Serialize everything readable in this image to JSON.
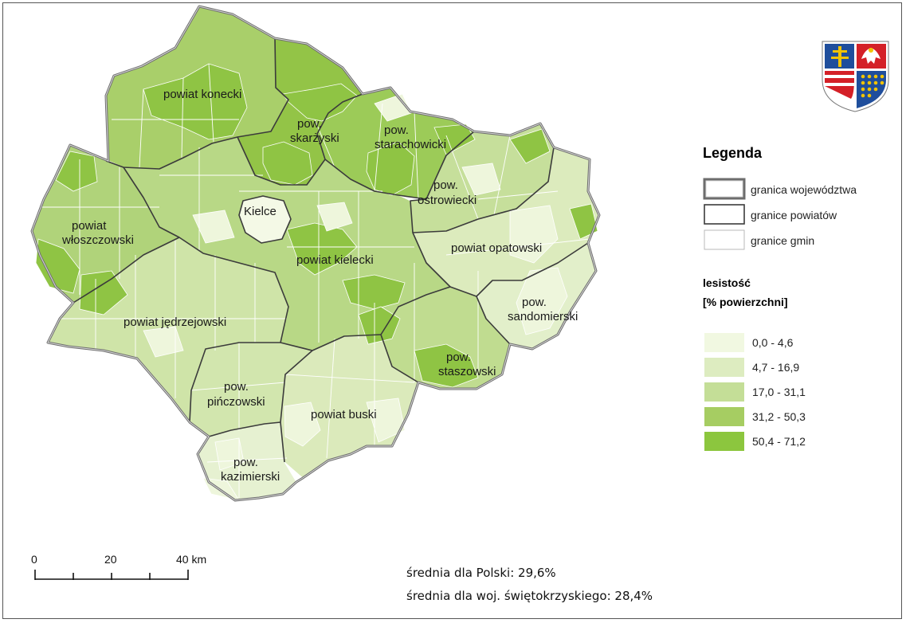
{
  "map": {
    "districts": [
      {
        "key": "konecki",
        "label": "powiat konecki",
        "color": "#a9cf6a"
      },
      {
        "key": "skarzyski",
        "label_lines": [
          "pow.",
          "skarżyski"
        ],
        "color": "#93c447"
      },
      {
        "key": "starachowicki",
        "label_lines": [
          "pow.",
          "starachowicki"
        ],
        "color": "#9ccb58"
      },
      {
        "key": "wloszczowski",
        "label_lines": [
          "powiat",
          "włoszczowski"
        ],
        "color": "#b0d37a"
      },
      {
        "key": "kielce",
        "label": "Kielce",
        "color": "#f4f9e6"
      },
      {
        "key": "kielecki",
        "label": "powiat kielecki",
        "color": "#b8d886"
      },
      {
        "key": "ostrowiecki",
        "label_lines": [
          "pow.",
          "ostrowiecki"
        ],
        "color": "#c6df9b"
      },
      {
        "key": "opatowski",
        "label": "powiat opatowski",
        "color": "#dcebbd"
      },
      {
        "key": "sandomierski",
        "label_lines": [
          "pow.",
          "sandomierski"
        ],
        "color": "#e2efca"
      },
      {
        "key": "jedrzejowski",
        "label": "powiat jędrzejowski",
        "color": "#cfe4a8"
      },
      {
        "key": "staszowski",
        "label_lines": [
          "pow.",
          "staszowski"
        ],
        "color": "#c0dc90"
      },
      {
        "key": "pinczowski",
        "label_lines": [
          "pow.",
          "pińczowski"
        ],
        "color": "#d2e6ae"
      },
      {
        "key": "buski",
        "label": "powiat buski",
        "color": "#dbeabb"
      },
      {
        "key": "kazimierski",
        "label_lines": [
          "pow.",
          "kazimierski"
        ],
        "color": "#e6f1d1"
      }
    ]
  },
  "legend": {
    "title": "Legenda",
    "boundaries": [
      {
        "label": "granica województwa"
      },
      {
        "label": "granice powiatów"
      },
      {
        "label": "granice gmin"
      }
    ],
    "classes_title_line1": "lesistość",
    "classes_title_line2": "[% powierzchni]",
    "classes": [
      {
        "label": "0,0 - 4,6",
        "color": "#f1f8e1"
      },
      {
        "label": "4,7 - 16,9",
        "color": "#ddecc0"
      },
      {
        "label": "17,0 - 31,1",
        "color": "#c4de97"
      },
      {
        "label": "31,2 - 50,3",
        "color": "#a6cd62"
      },
      {
        "label": "50,4 - 71,2",
        "color": "#8cc63e"
      }
    ]
  },
  "scale": {
    "ticks": [
      "0",
      "20",
      "40 km"
    ]
  },
  "stats": {
    "poland": "średnia dla Polski: 29,6%",
    "voivodeship": "średnia dla woj. świętokrzyskiego: 28,4%"
  },
  "emblem": {
    "icon": "coat-of-arms-icon",
    "colors": {
      "red": "#d42027",
      "blue": "#1f4e9c",
      "gold": "#f2c300",
      "white": "#ffffff"
    }
  }
}
